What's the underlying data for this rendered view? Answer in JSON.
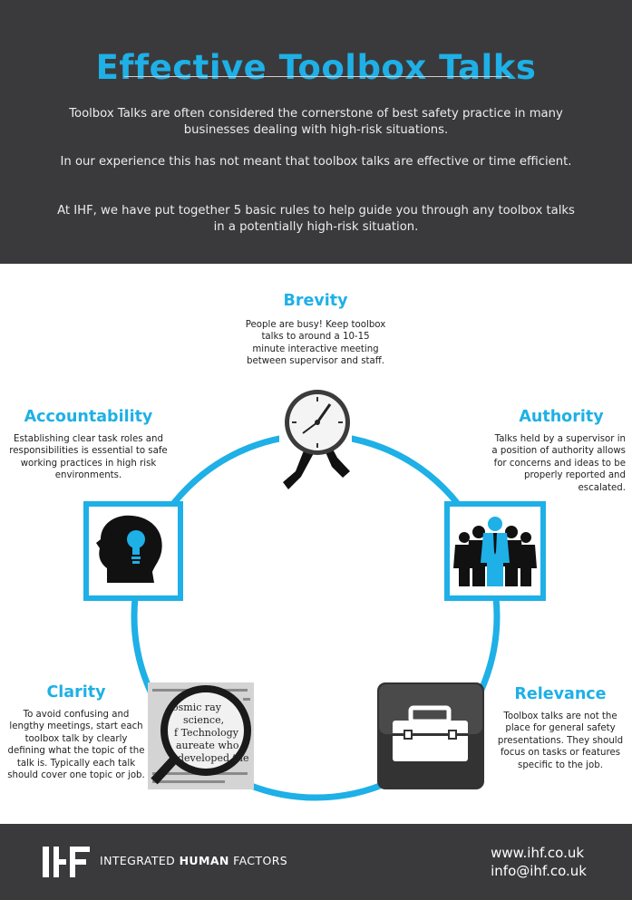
{
  "header": {
    "title": "Effective Toolbox Talks",
    "paragraphs": [
      "Toolbox Talks are often considered the cornerstone of best safety practice in many businesses dealing with high-risk situations.",
      "In our experience this has not meant that toolbox talks are effective or time efficient.",
      "At IHF, we have put together 5 basic rules to help guide you through any toolbox talks in a potentially high-risk situation."
    ]
  },
  "rules": {
    "brevity": {
      "title": "Brevity",
      "text": "People are busy! Keep toolbox talks to around a 10-15 minute interactive meeting between supervisor and staff."
    },
    "accountability": {
      "title": "Accountability",
      "text": "Establishing clear task roles and responsibilities is essential to safe working practices in high risk environments."
    },
    "authority": {
      "title": "Authority",
      "text": "Talks held by a supervisor in a position of authority allows for concerns and ideas to be properly reported and escalated."
    },
    "clarity": {
      "title": "Clarity",
      "text": "To avoid confusing and lengthy meetings, start each toolbox talk by clearly defining what the topic of the talk is. Typically each talk should cover one topic or job."
    },
    "relevance": {
      "title": "Relevance",
      "text": "Toolbox talks are not the place for general safety presentations. They should focus on tasks or features specific to the job."
    }
  },
  "magnifier_words": [
    "osmic ray",
    "science,",
    "f Technology",
    "aureate who",
    "developed the"
  ],
  "footer": {
    "brand_part1": "INTEGRATED ",
    "brand_part2": "HUMAN",
    "brand_part3": " FACTORS",
    "website": "www.ihf.co.uk",
    "email": "info@ihf.co.uk"
  },
  "colors": {
    "accent": "#1eb0e6",
    "dark": "#3a3a3c"
  },
  "icons": [
    "clock-icon",
    "head-lightbulb-icon",
    "team-people-icon",
    "magnifier-icon",
    "toolbox-icon",
    "ihf-logo"
  ]
}
